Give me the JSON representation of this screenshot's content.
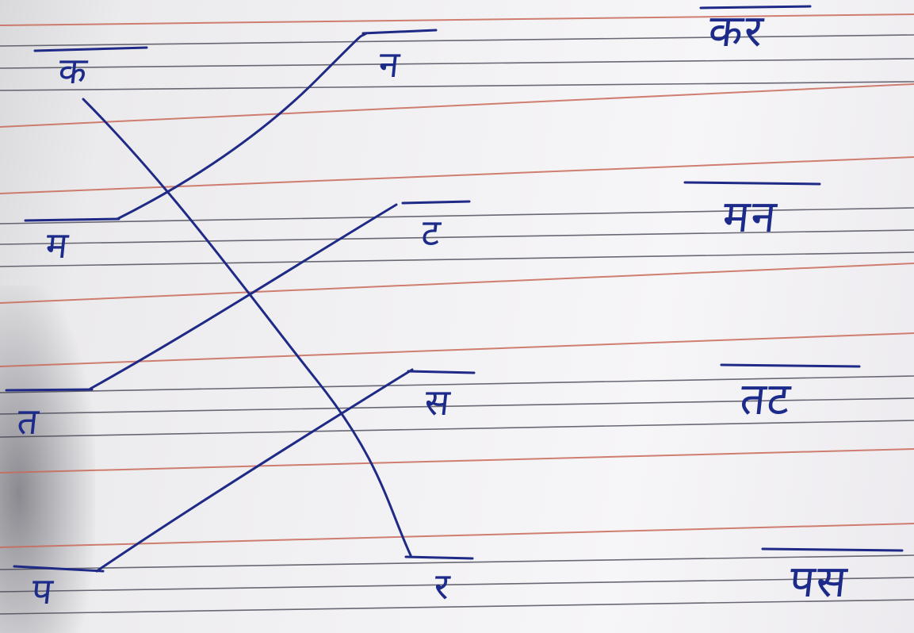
{
  "left_column": [
    "क",
    "म",
    "त",
    "प"
  ],
  "middle_column": [
    "न",
    "ट",
    "स",
    "र"
  ],
  "word_column": [
    "कर",
    "मन",
    "तट",
    "पस"
  ],
  "matches": [
    {
      "from": "क",
      "to": "र"
    },
    {
      "from": "म",
      "to": "न"
    },
    {
      "from": "त",
      "to": "ट"
    },
    {
      "from": "प",
      "to": "स"
    }
  ],
  "colors": {
    "ink": "#1f2a86",
    "red_rule": "#c96a5a",
    "blue_rule": "#3b3b4a"
  }
}
